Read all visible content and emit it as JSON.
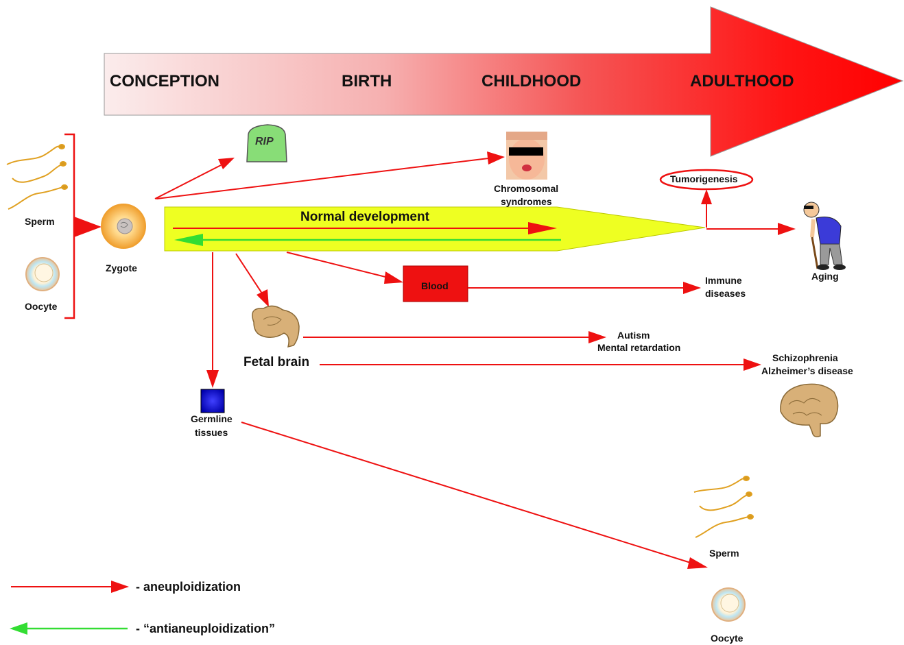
{
  "stages": [
    "CONCEPTION",
    "BIRTH",
    "CHILDHOOD",
    "ADULTHOOD"
  ],
  "labels": {
    "sperm_left": "Sperm",
    "oocyte_left": "Oocyte",
    "zygote": "Zygote",
    "rip": "RIP",
    "chromosomal_1": "Chromosomal",
    "chromosomal_2": "syndromes",
    "tumorigenesis": "Tumorigenesis",
    "normal_development": "Normal development",
    "aging": "Aging",
    "blood": "Blood",
    "immune_1": "Immune",
    "immune_2": "diseases",
    "fetal_brain": "Fetal brain",
    "autism_1": "Autism",
    "autism_2": "Mental retardation",
    "schizo_1": "Schizophrenia",
    "schizo_2": "Alzheimer’s disease",
    "germline_1": "Germline",
    "germline_2": "tissues",
    "sperm_right": "Sperm",
    "oocyte_right": "Oocyte"
  },
  "legend": {
    "aneuploidization": "- aneuploidization",
    "antianeuploidization": "- “antianeuploidization”"
  },
  "colors": {
    "aneuploidization_arrow": "#ee1111",
    "antianeuploidization_arrow": "#33dd33",
    "development_band": "#eeff22",
    "timeline_start": "#fbe5e5",
    "timeline_end": "#ff0000",
    "blood_box": "#ee1111",
    "tombstone": "#88dd77",
    "germline_box": "#1a1aee"
  },
  "icons": [
    "sperm-icon",
    "oocyte-icon",
    "zygote-icon",
    "tombstone-icon",
    "child-face-icon",
    "elderly-man-icon",
    "fetal-brain-icon",
    "adult-brain-icon",
    "germline-cell-icon"
  ]
}
